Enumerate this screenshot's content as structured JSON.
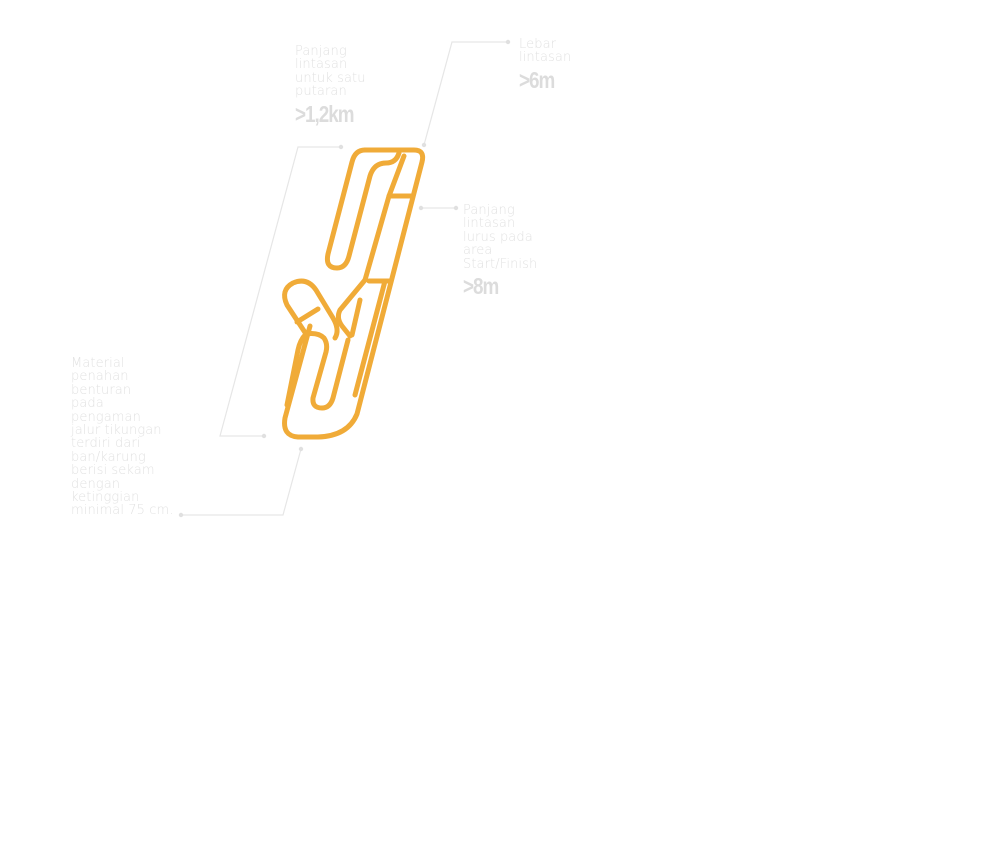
{
  "colors": {
    "track": "#f0ab38",
    "leader_line": "#e4e4e4",
    "label_text": "#e2e2e2"
  },
  "annotations": {
    "lap_length": {
      "description": "Panjang\nlintasan\nuntuk satu\nputaran",
      "value": ">1,2km"
    },
    "track_width": {
      "description": "Lebar\nlintasan",
      "value": ">6m"
    },
    "straight_length": {
      "description": "Panjang\nlintasan\nlurus pada\narea\nStart/Finish",
      "value": ">8m"
    },
    "barrier_material": {
      "description": "Material\npenahan\nbenturan\npada\npengaman\njalur tikungan\nterdiri dari\nban/karung\nberisi sekam\ndengan\nketinggian\nminimal 75 cm."
    }
  }
}
